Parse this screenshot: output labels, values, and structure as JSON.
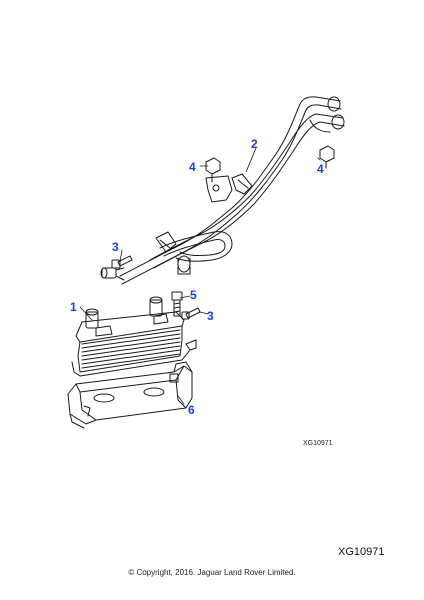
{
  "callouts": [
    "1",
    "2",
    "3",
    "3",
    "4",
    "4",
    "5",
    "6"
  ],
  "reference_small": "XG10971",
  "reference_large": "XG10971",
  "copyright": "© Copyright, 2016. Jaguar Land Rover Limited.",
  "colors": {
    "callout": "#1f3fcf",
    "line": "#1a1a1a"
  }
}
